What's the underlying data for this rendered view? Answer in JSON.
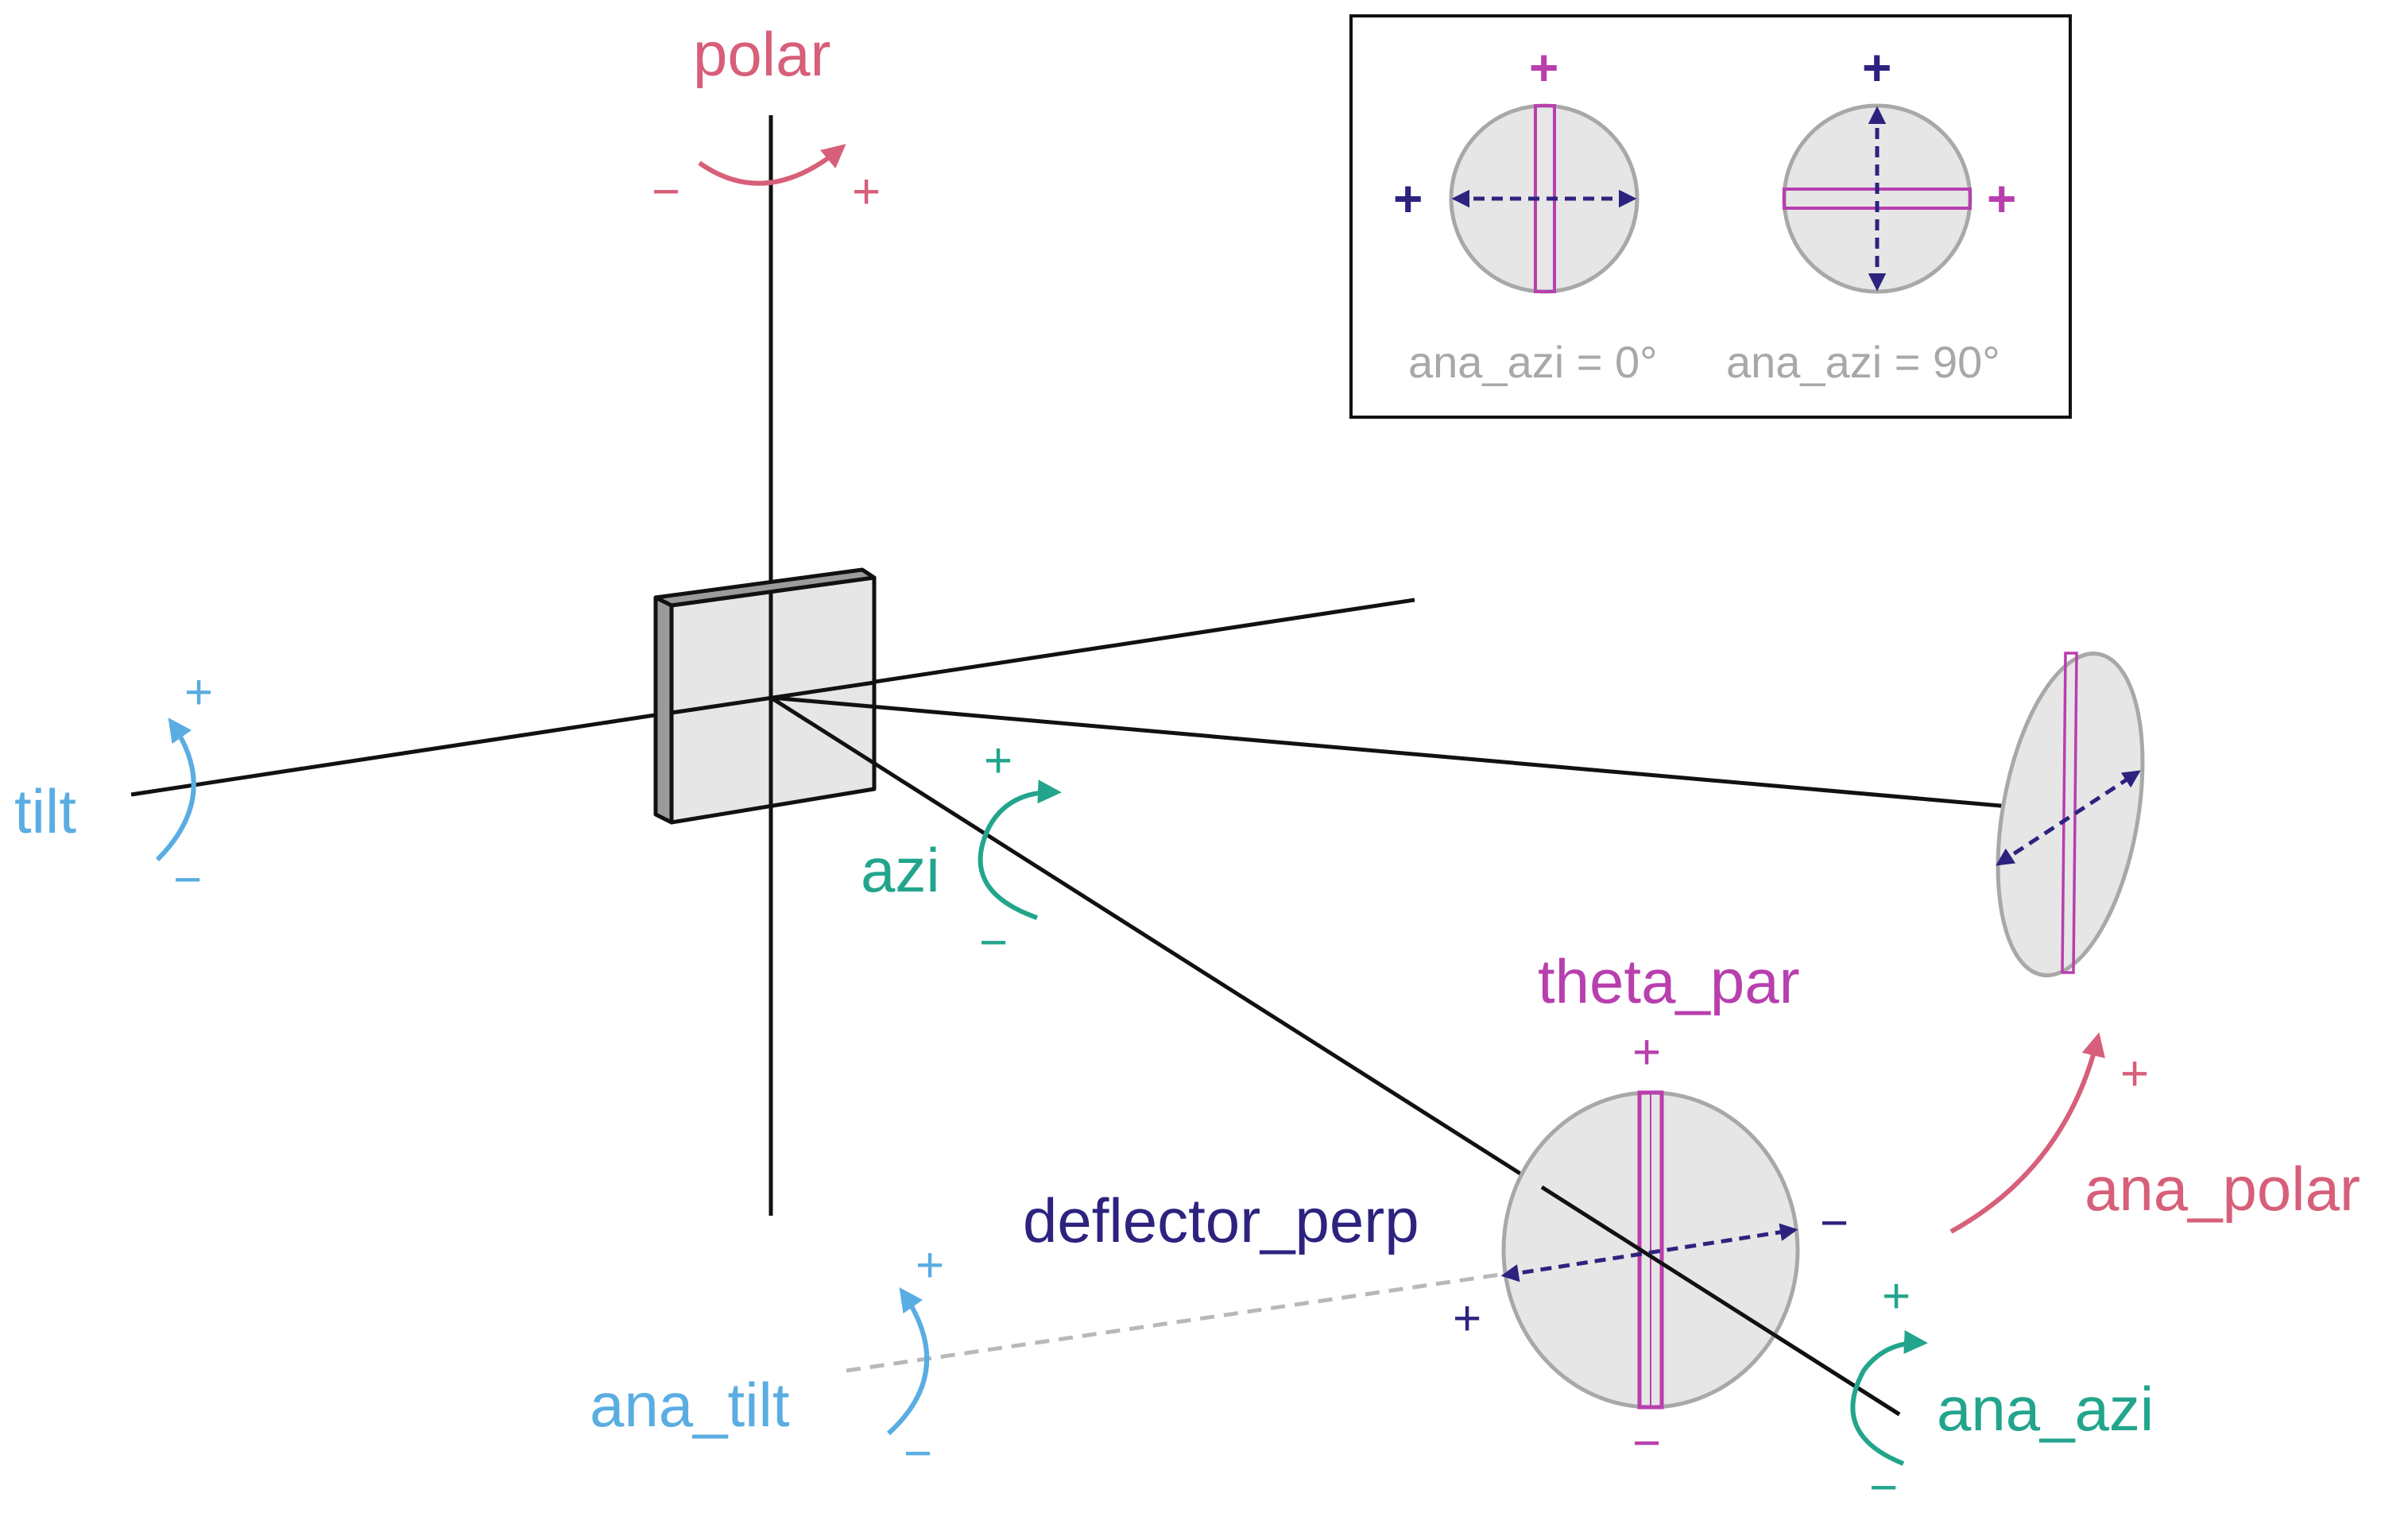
{
  "colors": {
    "pink": "#d75f79",
    "blue": "#5aade2",
    "teal": "#22a58c",
    "navy": "#2d237f",
    "magenta": "#b83fae",
    "gray": "#a8a8a8",
    "fill": "#e6e6e6",
    "black": "#111111"
  },
  "labels": {
    "polar": "polar",
    "tilt": "tilt",
    "azi": "azi",
    "theta_par": "theta_par",
    "deflector_perp": "deflector_perp",
    "ana_polar": "ana_polar",
    "ana_tilt": "ana_tilt",
    "ana_azi": "ana_azi"
  },
  "signs": {
    "plus": "+",
    "minus": "−"
  },
  "inset": {
    "left_caption": "ana_azi = 0°",
    "right_caption": "ana_azi = 90°"
  }
}
